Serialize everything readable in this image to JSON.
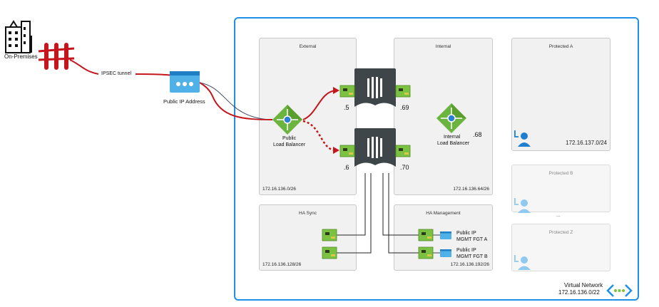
{
  "onprem": {
    "label": "On-Premises"
  },
  "tunnel": {
    "label": "IPSEC tunnel"
  },
  "public_ip": {
    "label": "Public IP Address"
  },
  "vnet": {
    "name": "Virtual Network",
    "cidr": "172.16.136.0/22"
  },
  "subnets": {
    "external": {
      "title": "External",
      "cidr": "172.16.136.0/26"
    },
    "internal": {
      "title": "Internal",
      "cidr": "172.16.136.64/26"
    },
    "ha_sync": {
      "title": "HA Sync",
      "cidr": "172.16.136.128/26"
    },
    "ha_mgmt": {
      "title": "HA Management",
      "cidr": "172.16.136.192/26"
    },
    "protected_a": {
      "title": "Protected A",
      "cidr": "172.16.137.0/24"
    },
    "protected_b": {
      "title": "Protected B"
    },
    "protected_z": {
      "title": "Protected Z"
    },
    "ellipsis": "..."
  },
  "public_lb": {
    "line1": "Public",
    "line2": "Load Balancer"
  },
  "internal_lb": {
    "line1": "Internal",
    "line2": "Load Balancer",
    "ip": ".68"
  },
  "fgt_a": {
    "ext_ip": ".5",
    "int_ip": ".69"
  },
  "fgt_b": {
    "ext_ip": ".6",
    "int_ip": ".70"
  },
  "mgmt": {
    "a": {
      "line1": "Public IP",
      "line2": "MGMT FGT A"
    },
    "b": {
      "line1": "Public IP",
      "line2": "MGMT FGT B"
    }
  },
  "colors": {
    "vnet_border": "#1e90e8",
    "traffic": "#d0161b",
    "firewall": "#3f4649",
    "nic": "#7cc242",
    "lb": "#5da12e"
  },
  "icons": [
    "building-icon",
    "firewall-icon",
    "public-ip-icon",
    "load-balancer-icon",
    "fortigate-icon",
    "nic-icon",
    "user-icon",
    "virtual-network-icon"
  ]
}
